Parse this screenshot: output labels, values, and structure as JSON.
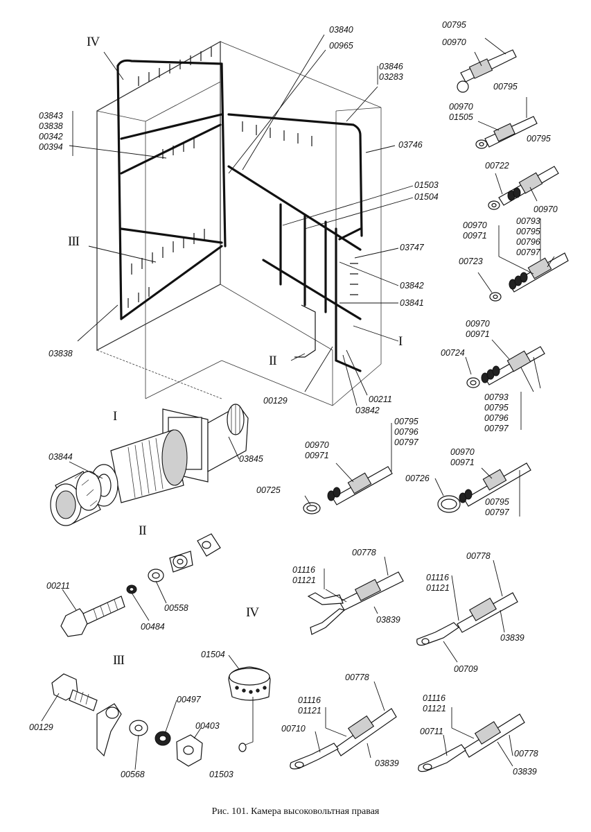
{
  "caption": "Рис. 101. Камера высоковольтная правая",
  "views": [
    "I",
    "II",
    "III",
    "IV"
  ],
  "chamber_labels": {
    "group_left": [
      "03843",
      "03838",
      "00342",
      "00394"
    ],
    "bottom_left": "03838",
    "top_center": [
      "03840",
      "00965"
    ],
    "top_right": [
      "03846",
      "03283"
    ],
    "right_wall": "03746",
    "pair_mid": [
      "01503",
      "01504"
    ],
    "right_a": "03747",
    "right_b": "03842",
    "right_c": "03841",
    "bottom_a": "00129",
    "bottom_b": "00211",
    "bottom_c": "03842"
  },
  "connector_labels": {
    "nut": "03844",
    "body": "03845"
  },
  "bolt2_labels": {
    "bolt": "00211",
    "washer_a": "00484",
    "washer_b": "00558"
  },
  "bolt3_labels": {
    "bolt": "00129",
    "lug": "00568",
    "washer": "00497",
    "nut": "00403"
  },
  "clip_labels": {
    "clip": "01504",
    "rivet": "01503"
  },
  "cable_labels": {
    "c1": [
      "00795",
      "00970"
    ],
    "c2_top": "00795",
    "c2": [
      "00970",
      "01505"
    ],
    "c3_top": "00795",
    "c3_left": "00722",
    "c3_bottom": "00970",
    "c4_left": [
      "00970",
      "00971"
    ],
    "c4_right": [
      "00793",
      "00795",
      "00796",
      "00797"
    ],
    "c4_tip": "00723",
    "c5_top": [
      "00970",
      "00971"
    ],
    "c5_tip": "00724",
    "c5_right": [
      "00793",
      "00795",
      "00796",
      "00797"
    ],
    "c6_right": [
      "00795",
      "00796",
      "00797"
    ],
    "c6_left": [
      "00970",
      "00971"
    ],
    "c6_tip": "00725",
    "c7_top": [
      "00970",
      "00971"
    ],
    "c7_tip": "00726",
    "c7_right": [
      "00795",
      "00797"
    ],
    "c8_left": [
      "01116",
      "01121"
    ],
    "c8_top": "00778",
    "c8_sleeve": "03839",
    "c9_left": [
      "01116",
      "01121"
    ],
    "c9_top": "00778",
    "c9_sleeve": "03839",
    "c9_tip": "00709",
    "c10_top": "00778",
    "c10_left": [
      "01116",
      "01121"
    ],
    "c10_tip": "00710",
    "c10_sleeve": "03839",
    "c11_left": [
      "01116",
      "01121"
    ],
    "c11_tip": "00711",
    "c11_wire": "00778",
    "c11_sleeve": "03839"
  }
}
